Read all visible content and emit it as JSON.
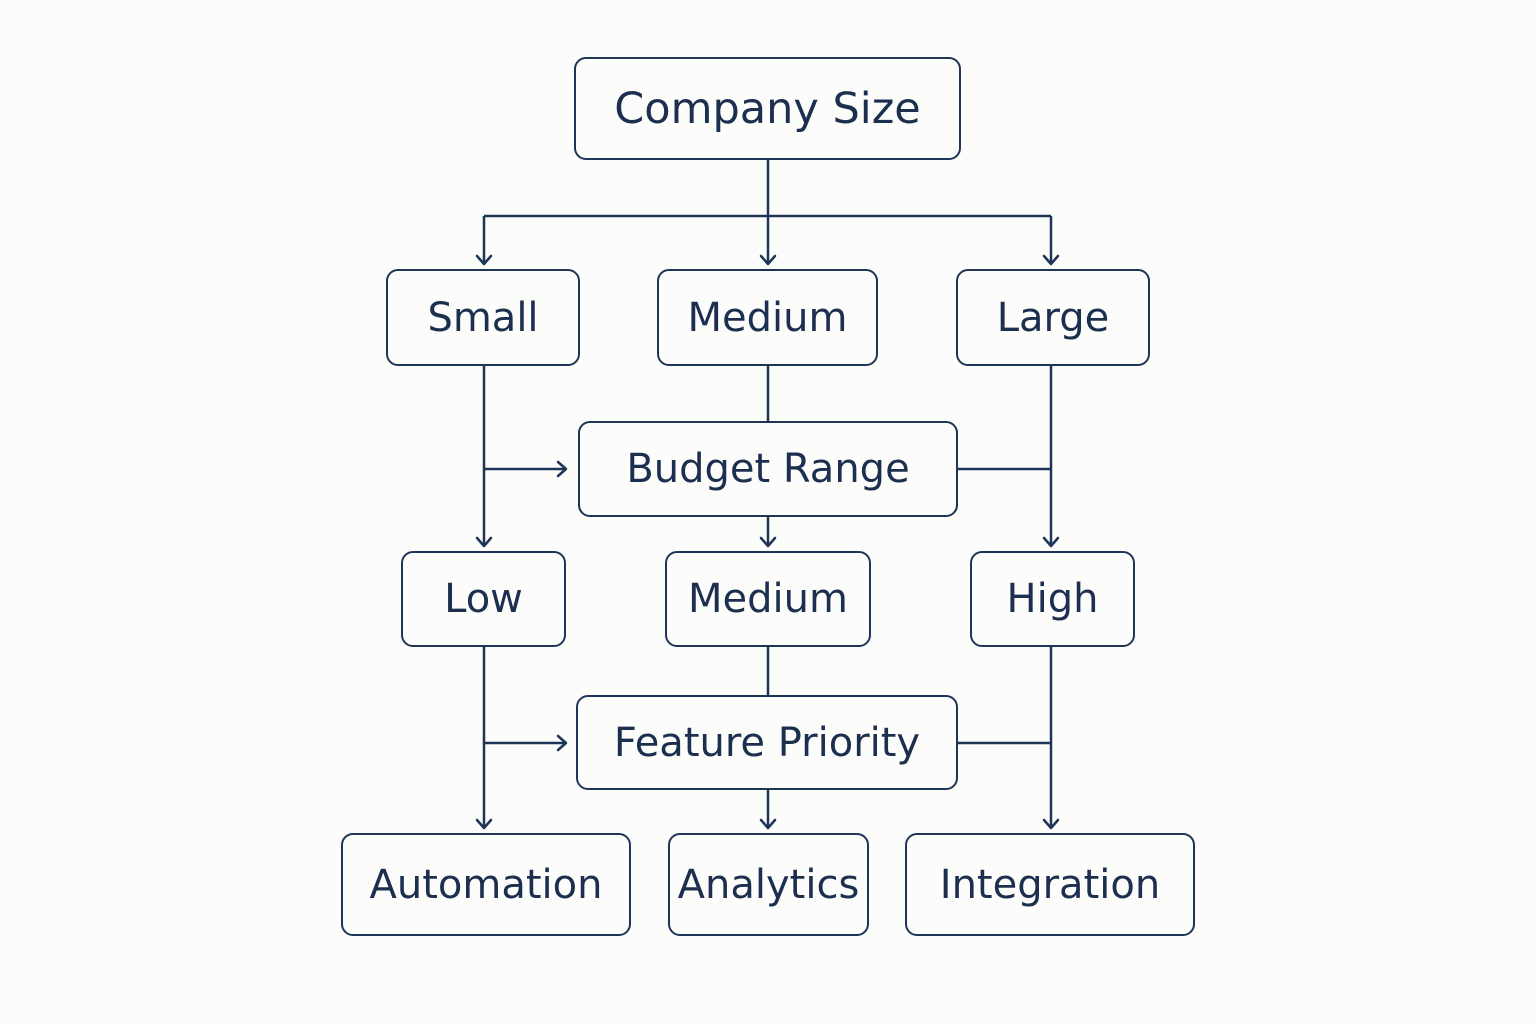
{
  "diagram": {
    "root": "Company Size",
    "sizes": [
      "Small",
      "Medium",
      "Large"
    ],
    "budget_node": "Budget Range",
    "budgets": [
      "Low",
      "Medium",
      "High"
    ],
    "feature_node": "Feature Priority",
    "features": [
      "Automation",
      "Analytics",
      "Integration"
    ]
  },
  "colors": {
    "stroke": "#1f3557",
    "text": "#1c2f4f",
    "background": "#fcfcfa"
  }
}
